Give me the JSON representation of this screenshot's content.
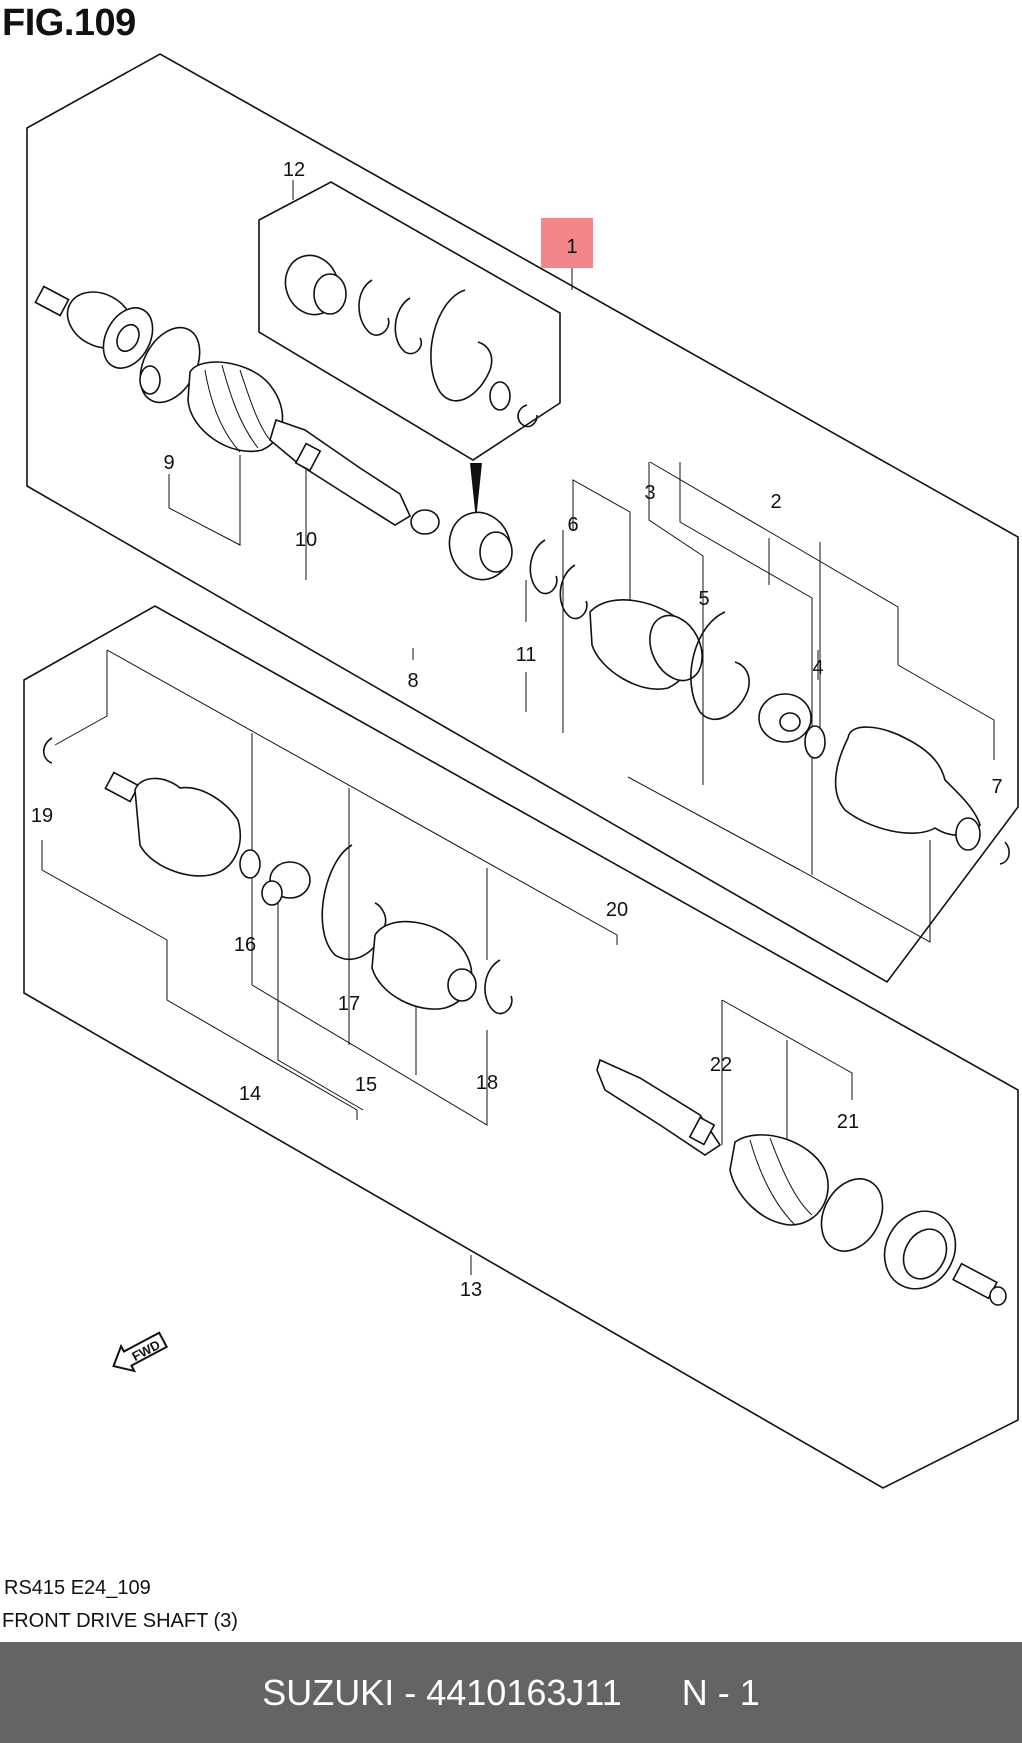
{
  "figure": {
    "title": "FIG.109",
    "code": "RS415 E24_109",
    "name": "FRONT DRIVE SHAFT (3)"
  },
  "callouts": [
    "1",
    "2",
    "3",
    "4",
    "5",
    "6",
    "7",
    "8",
    "9",
    "10",
    "11",
    "12",
    "13",
    "14",
    "15",
    "16",
    "17",
    "18",
    "19",
    "20",
    "21",
    "22"
  ],
  "highlighted_callout": "1",
  "highlight_color": "#f4868a",
  "fwd_label": "FWD",
  "bottom_bar": {
    "brand": "SUZUKI",
    "separator": "-",
    "part_number": "4410163J11",
    "quantity": "N - 1",
    "background": "#646464"
  }
}
